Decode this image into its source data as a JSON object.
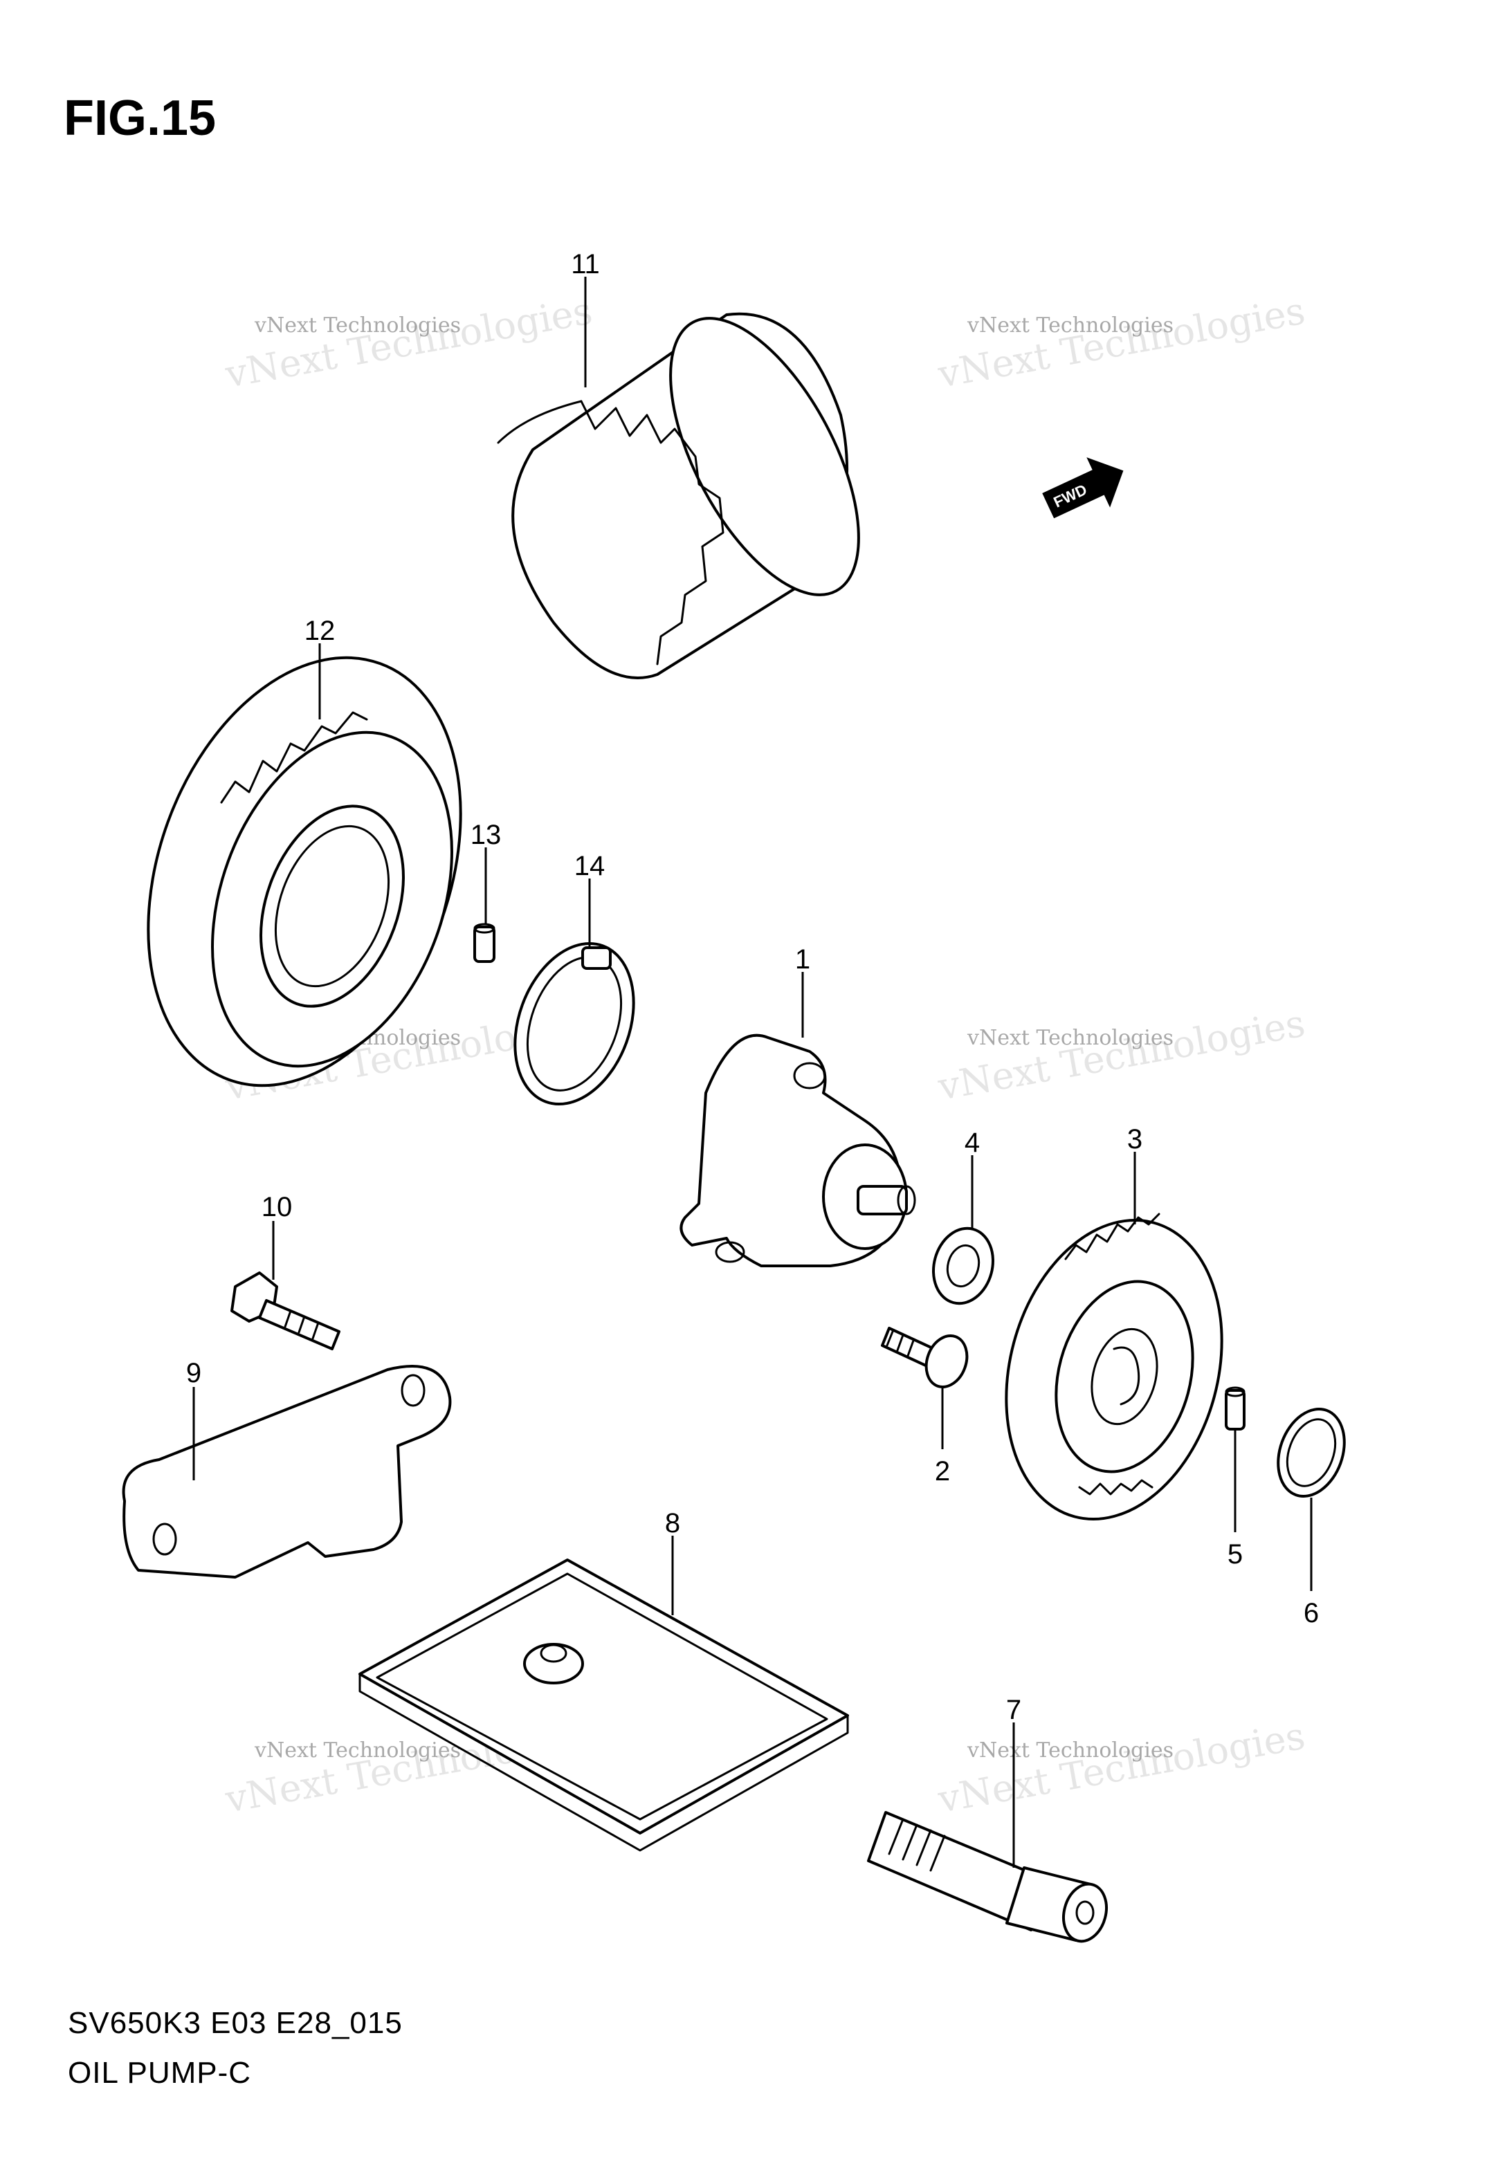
{
  "figure": {
    "title": "FIG.15",
    "code": "SV650K3 E03 E28_015",
    "caption": "OIL PUMP-C"
  },
  "direction_marker": {
    "label": "FWD"
  },
  "callouts": {
    "p1": "1",
    "p2": "2",
    "p3": "3",
    "p4": "4",
    "p5": "5",
    "p6": "6",
    "p7": "7",
    "p8": "8",
    "p9": "9",
    "p10": "10",
    "p11": "11",
    "p12": "12",
    "p13": "13",
    "p14": "14"
  },
  "watermark": {
    "line_small": "vNext Technologies",
    "line_big": "vNext Technologies"
  }
}
